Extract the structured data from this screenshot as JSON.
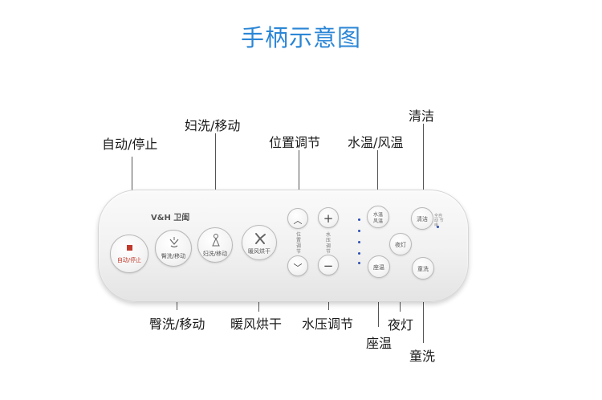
{
  "title": "手柄示意图",
  "brand": "V&H 卫闺",
  "labels": {
    "auto_stop": "自动/停止",
    "women_wash": "妇洗/移动",
    "position_adjust": "位置调节",
    "water_air_temp": "水温/风温",
    "clean": "清洁",
    "hip_wash": "臀洗/移动",
    "warm_dry": "暖风烘干",
    "pressure_adjust": "水压调节",
    "night_light": "夜灯",
    "seat_temp": "座温",
    "kids_wash": "童洗"
  },
  "buttons": {
    "auto_stop": "自动/停止",
    "hip_wash": "臀洗/移动",
    "women_wash": "妇洗/移动",
    "warm_dry": "暖风烘干",
    "position": "位置调节",
    "pressure": "水压调节",
    "water_air_line1": "水温",
    "water_air_line2": "风温",
    "night_light": "夜灯",
    "seat_temp": "座温",
    "clean": "清洁",
    "kids_wash": "童洗",
    "up_symbol": "︿",
    "down_symbol": "﹀",
    "plus_symbol": "+",
    "minus_symbol": "−",
    "tiny_text": "全自动 节电"
  },
  "colors": {
    "title": "#2b86d6",
    "indicator": "#2c4fb3",
    "stop": "#c0392b"
  }
}
